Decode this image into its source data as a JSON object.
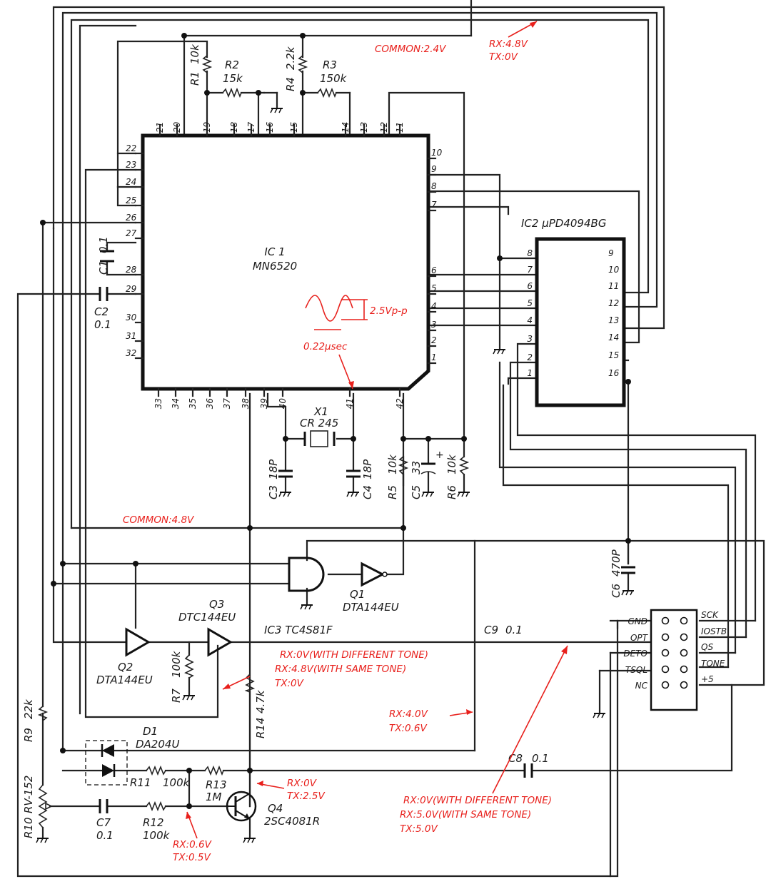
{
  "ic1": {
    "ref": "IC 1",
    "part": "MN6520",
    "top_pins": [
      "21",
      "20",
      "19",
      "18",
      "17",
      "16",
      "15",
      "14",
      "13",
      "12",
      "11"
    ],
    "left_pins": [
      "22",
      "23",
      "24",
      "25",
      "26",
      "27",
      "28",
      "29",
      "30",
      "31",
      "32"
    ],
    "right_pins": [
      "10",
      "9",
      "8",
      "7",
      "6",
      "5",
      "4",
      "3",
      "2",
      "1"
    ],
    "bottom_pins": [
      "33",
      "34",
      "35",
      "36",
      "37",
      "38",
      "39",
      "40",
      "41",
      "42"
    ]
  },
  "ic2": {
    "label": "IC2  μPD4094BG",
    "left_pins": [
      "8",
      "7",
      "6",
      "5",
      "4",
      "3",
      "2",
      "1"
    ],
    "right_pins": [
      "9",
      "10",
      "11",
      "12",
      "13",
      "14",
      "15",
      "16"
    ]
  },
  "ic3": {
    "label": "IC3  TC4S81F"
  },
  "components": {
    "r1": {
      "ref": "R1",
      "value": "10k"
    },
    "r2": {
      "ref": "R2",
      "value": "15k"
    },
    "r3": {
      "ref": "R3",
      "value": "150k"
    },
    "r4": {
      "ref": "R4",
      "value": "2.2k"
    },
    "r5": {
      "ref": "R5",
      "value": "10k"
    },
    "r6": {
      "ref": "R6",
      "value": "10k"
    },
    "r7": {
      "ref": "R7",
      "value": "100k"
    },
    "r9": {
      "ref": "R9",
      "value": "22k"
    },
    "r10": {
      "ref": "R10",
      "value": "RV-152"
    },
    "r11": {
      "ref": "R11",
      "value": "100k"
    },
    "r12": {
      "ref": "R12",
      "value": "100k"
    },
    "r13": {
      "ref": "R13",
      "value": "1M"
    },
    "r14": {
      "ref": "R14",
      "value": "4.7k"
    },
    "c1": {
      "ref": "C1",
      "value": "0.1"
    },
    "c2": {
      "ref": "C2",
      "value": "0.1"
    },
    "c3": {
      "ref": "C3",
      "value": "18P"
    },
    "c4": {
      "ref": "C4",
      "value": "18P"
    },
    "c5": {
      "ref": "C5",
      "value": "33"
    },
    "c6": {
      "ref": "C6",
      "value": "470P"
    },
    "c7": {
      "ref": "C7",
      "value": "0.1"
    },
    "c8": {
      "ref": "C8",
      "value": "0.1"
    },
    "c9": {
      "ref": "C9",
      "value": "0.1"
    },
    "x1": {
      "ref": "X1",
      "value": "CR 245"
    },
    "q1": {
      "ref": "Q1",
      "value": "DTA144EU"
    },
    "q2": {
      "ref": "Q2",
      "value": "DTA144EU"
    },
    "q3": {
      "ref": "Q3",
      "value": "DTC144EU"
    },
    "q4": {
      "ref": "Q4",
      "value": "2SC4081R"
    },
    "d1": {
      "ref": "D1",
      "value": "DA204U"
    }
  },
  "connector": {
    "left_labels": [
      "GND",
      "OPT",
      "DETO",
      "TSQL",
      "NC"
    ],
    "right_labels": [
      "SCK",
      "IOSTB",
      "QS",
      "TONE",
      "+5"
    ]
  },
  "annotations": {
    "common_24": "COMMON:2.4V",
    "common_48": "COMMON:4.8V",
    "top_rx": "RX:4.8V",
    "top_tx": "TX:0V",
    "wave_amp": "2.5Vp-p",
    "wave_time": "0.22μsec",
    "q3_1": "RX:0V(WITH DIFFERENT TONE)",
    "q3_2": "RX:4.8V(WITH SAME TONE)",
    "q3_3": "TX:0V",
    "mid_rx": "RX:4.0V",
    "mid_tx": "TX:0.6V",
    "q4c_rx": "RX:0V",
    "q4c_tx": "TX:2.5V",
    "q4b_rx": "RX:0.6V",
    "q4b_tx": "TX:0.5V",
    "tone_1": "RX:0V(WITH DIFFERENT TONE)",
    "tone_2": "RX:5.0V(WITH SAME TONE)",
    "tone_3": "TX:5.0V"
  }
}
